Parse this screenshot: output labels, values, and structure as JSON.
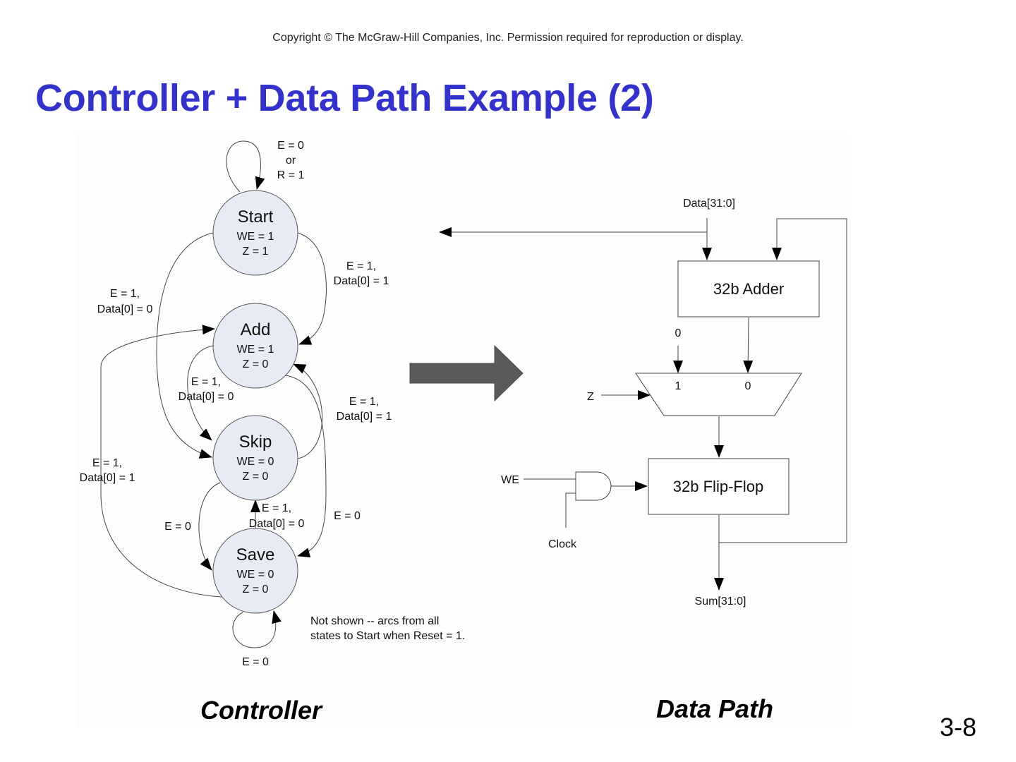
{
  "copyright": "Copyright © The McGraw-Hill Companies, Inc.  Permission required for reproduction or display.",
  "title": "Controller + Data Path Example (2)",
  "colors": {
    "title": "#3333cc",
    "state_fill": "#e6ebf5",
    "big_arrow": "#5a5a5a"
  },
  "controller": {
    "caption": "Controller",
    "states": [
      {
        "name": "Start",
        "outputs": [
          "WE = 1",
          "Z = 1"
        ]
      },
      {
        "name": "Add",
        "outputs": [
          "WE = 1",
          "Z = 0"
        ]
      },
      {
        "name": "Skip",
        "outputs": [
          "WE = 0",
          "Z = 0"
        ]
      },
      {
        "name": "Save",
        "outputs": [
          "WE = 0",
          "Z = 0"
        ]
      }
    ],
    "transitions": [
      {
        "from": "Start",
        "to": "Start",
        "label": [
          "E = 0",
          "or",
          "R = 1"
        ]
      },
      {
        "from": "Start",
        "to": "Add",
        "label": [
          "E = 1,",
          "Data[0] = 1"
        ]
      },
      {
        "from": "Start",
        "to": "Skip",
        "label": [
          "E = 1,",
          "Data[0] = 0"
        ]
      },
      {
        "from": "Add",
        "to": "Skip",
        "label": [
          "E = 1,",
          "Data[0] = 0"
        ]
      },
      {
        "from": "Skip",
        "to": "Add",
        "label": [
          "E = 1,",
          "Data[0] = 1"
        ]
      },
      {
        "from": "Save",
        "to": "Add",
        "label": [
          "E = 1,",
          "Data[0] = 1"
        ]
      },
      {
        "from": "Skip",
        "to": "Save",
        "label": [
          "E = 0"
        ]
      },
      {
        "from": "Save",
        "to": "Skip",
        "label": [
          "E = 1,",
          "Data[0] = 0"
        ]
      },
      {
        "from": "Add",
        "to": "Save",
        "label": [
          "E = 0"
        ]
      },
      {
        "from": "Save",
        "to": "Save",
        "label": [
          "E = 0"
        ]
      }
    ],
    "note": [
      "Not shown -- arcs from all",
      "states to Start when Reset = 1."
    ]
  },
  "datapath": {
    "caption": "Data Path",
    "data_in": "Data[31:0]",
    "adder": "32b Adder",
    "const_zero": "0",
    "mux_in1": "1",
    "mux_in0": "0",
    "mux_sel": "Z",
    "we": "WE",
    "clock": "Clock",
    "flipflop": "32b Flip-Flop",
    "sum_out": "Sum[31:0]"
  },
  "slide_number": "3-8"
}
